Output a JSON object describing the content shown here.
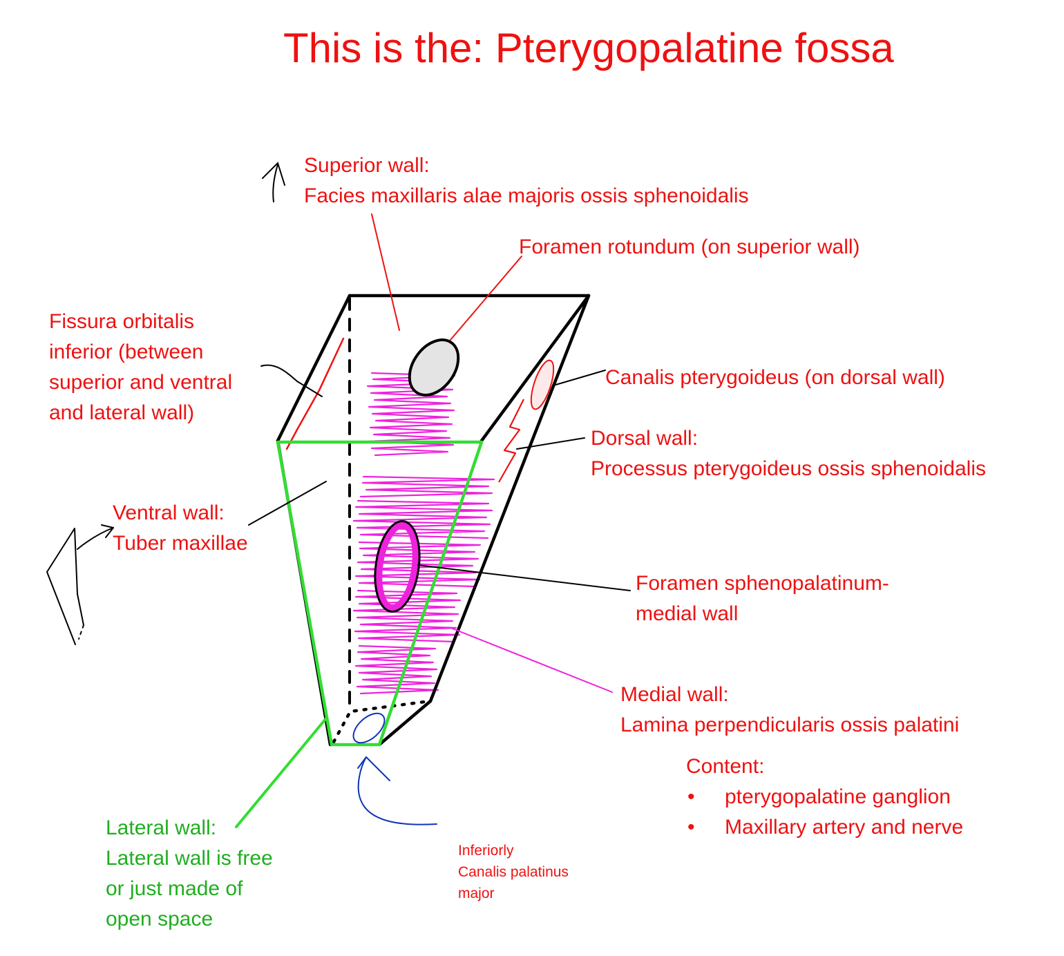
{
  "title": "This is the: Pterygopalatine fossa",
  "labels": {
    "superior_wall": [
      "Superior wall:",
      "Facies maxillaris alae majoris ossis sphenoidalis"
    ],
    "foramen_rotundum": [
      "Foramen rotundum (on superior wall)"
    ],
    "fissura_orbitalis": [
      "Fissura orbitalis",
      "inferior (between",
      "superior and ventral",
      "and lateral wall)"
    ],
    "canalis_pterygoideus": [
      "Canalis pterygoideus (on dorsal wall)"
    ],
    "dorsal_wall": [
      "Dorsal wall:",
      "Processus pterygoideus ossis sphenoidalis"
    ],
    "ventral_wall": [
      "Ventral wall:",
      "Tuber maxillae"
    ],
    "foramen_sphenopalatinum": [
      "Foramen sphenopalatinum-",
      "medial wall"
    ],
    "medial_wall": [
      "Medial wall:",
      "Lamina perpendicularis ossis palatini"
    ],
    "lateral_wall": [
      "Lateral wall:",
      "Lateral wall is free",
      "or just made of",
      "open space"
    ],
    "canalis_palatinus": [
      "Inferiorly",
      "Canalis palatinus",
      "major"
    ]
  },
  "content": {
    "heading": "Content:",
    "items": [
      "pterygopalatine ganglion",
      "Maxillary artery and nerve"
    ]
  },
  "colors": {
    "label_red": "#ee1111",
    "lateral_green": "#33dd33",
    "medial_magenta": "#ee22dd",
    "outline_black": "#000000",
    "canal_blue": "#1133bb",
    "foramen_grey": "#e4e4e4"
  }
}
